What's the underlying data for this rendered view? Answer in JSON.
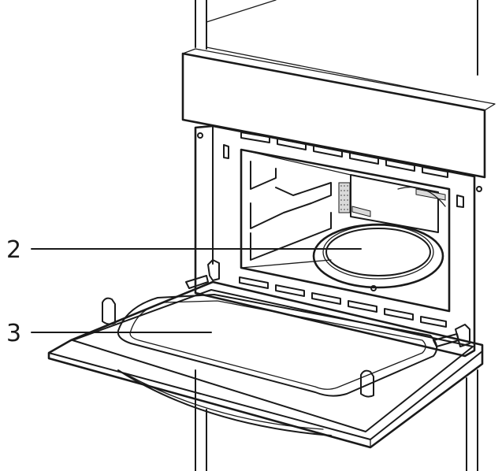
{
  "figure": {
    "callouts": [
      {
        "id": "2",
        "label": "2",
        "target": "turntable"
      },
      {
        "id": "3",
        "label": "3",
        "target": "door-window"
      }
    ]
  },
  "colors": {
    "line": "#1a1a1a",
    "panel_fill": "#ffffff",
    "grey_fill": "#d9d9d9",
    "light_fill": "#f2f2f2"
  },
  "icons": {
    "vents": "vent-slot-icon",
    "hinge": "hinge-icon",
    "latch": "door-latch-icon"
  }
}
